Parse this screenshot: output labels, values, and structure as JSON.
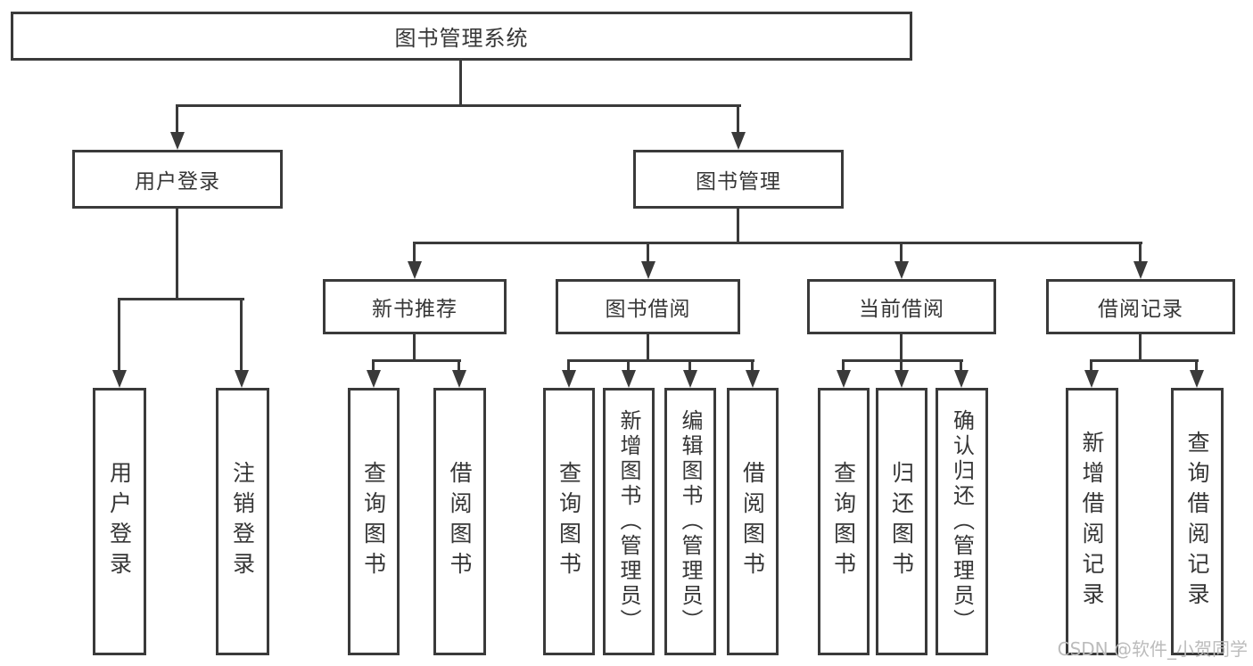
{
  "tree": {
    "root": "图书管理系统",
    "branches": [
      {
        "label": "用户登录",
        "children": [
          "用户登录",
          "注销登录"
        ]
      },
      {
        "label": "图书管理",
        "children": [
          {
            "label": "新书推荐",
            "children": [
              "查询图书",
              "借阅图书"
            ]
          },
          {
            "label": "图书借阅",
            "children": [
              "查询图书",
              "新增图书（管理员）",
              "编辑图书（管理员）",
              "借阅图书"
            ]
          },
          {
            "label": "当前借阅",
            "children": [
              "查询图书",
              "归还图书",
              "确认归还（管理员）"
            ]
          },
          {
            "label": "借阅记录",
            "children": [
              "新增借阅记录",
              "查询借阅记录"
            ]
          }
        ]
      }
    ]
  },
  "watermark": {
    "text": "CSDN @软件_小贺同学"
  },
  "colors": {
    "line": "#3a3a3a",
    "text": "#363636",
    "watermark": "#bcbcbc",
    "background": "#ffffff"
  }
}
